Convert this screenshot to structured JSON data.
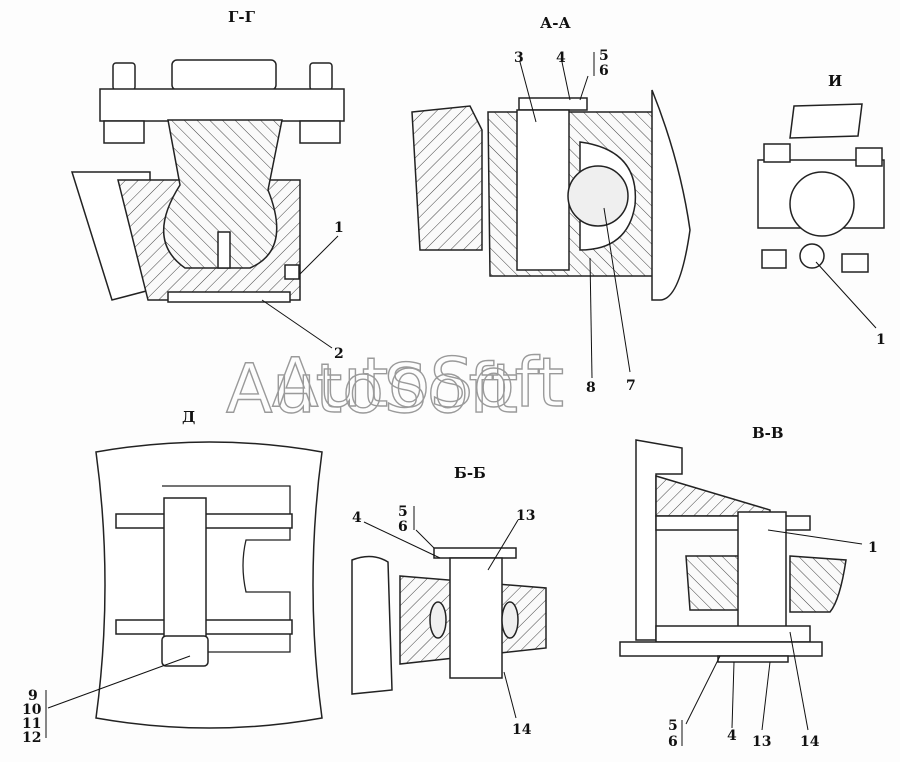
{
  "views": {
    "gg": "Г-Г",
    "aa": "А-А",
    "i": "И",
    "d": "Д",
    "bb": "Б-Б",
    "vv": "В-В"
  },
  "watermark": "AutoSoft",
  "callouts": {
    "gg_1": "1",
    "gg_2": "2",
    "aa_3": "3",
    "aa_4": "4",
    "aa_5": "5",
    "aa_6": "6",
    "aa_7": "7",
    "aa_8": "8",
    "i_1": "1",
    "d_9": "9",
    "d_10": "10",
    "d_11": "11",
    "d_12": "12",
    "bb_4": "4",
    "bb_5": "5",
    "bb_6": "6",
    "bb_13": "13",
    "bb_14": "14",
    "vv_1": "1",
    "vv_4": "4",
    "vv_5": "5",
    "vv_6": "6",
    "vv_13": "13",
    "vv_14": "14"
  },
  "colors": {
    "line": "#222222",
    "hatch": "#444444",
    "watermark": "#9a9a9a"
  }
}
